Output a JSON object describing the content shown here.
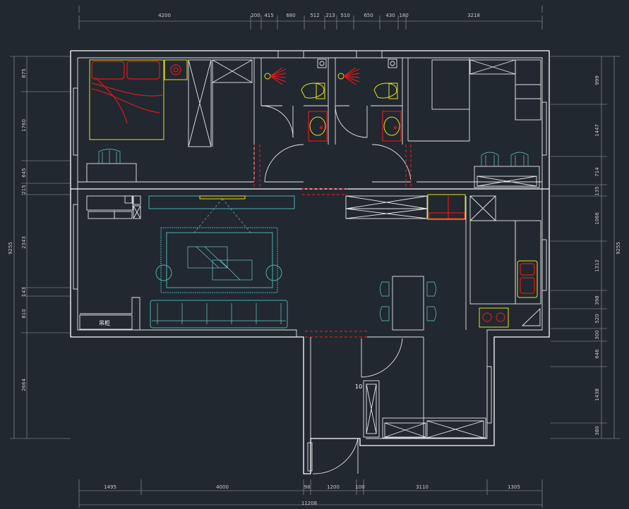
{
  "colors": {
    "background": "#212830",
    "wall": "#ffffff",
    "furniture_red": "#e01818",
    "furniture_yellow": "#e8e020",
    "furniture_cyan": "#4bb0b0",
    "dimension": "#c8c8c8"
  },
  "dimensions": {
    "top": [
      "4200",
      "200",
      "415",
      "680",
      "512",
      "213",
      "510",
      "650",
      "430",
      "180",
      "3218"
    ],
    "bottom": [
      "1495",
      "4000",
      "98",
      "1200",
      "100",
      "3110",
      "1305"
    ],
    "bottom_total": "11208",
    "left": [
      "875",
      "1760",
      "645",
      "215",
      "2343",
      "143",
      "810",
      "2664"
    ],
    "left_total": "9255",
    "right": [
      "999",
      "1447",
      "714",
      "135",
      "1066",
      "1312",
      "398",
      "520",
      "300",
      "646",
      "1438",
      "380"
    ],
    "right_total": "9255"
  },
  "labels": {
    "cabinet": "吊柜",
    "door_tag": "10"
  }
}
